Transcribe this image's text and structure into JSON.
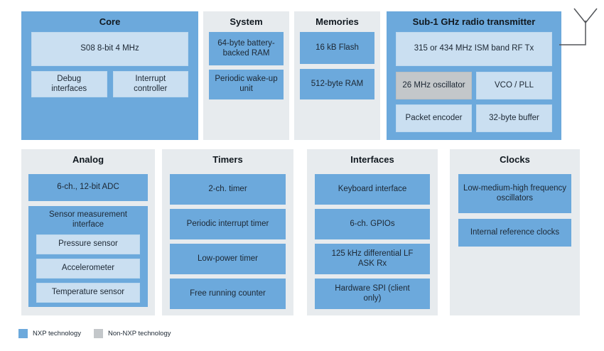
{
  "diagram": {
    "core": {
      "title": "Core",
      "cpu": "S08 8-bit 4 MHz",
      "debug": "Debug interfaces",
      "interrupt": "Interrupt controller"
    },
    "system": {
      "title": "System",
      "battery_ram": "64-byte battery-backed RAM",
      "wakeup": "Periodic wake-up unit"
    },
    "memories": {
      "title": "Memories",
      "flash": "16 kB Flash",
      "ram": "512-byte RAM"
    },
    "radio": {
      "title": "Sub-1 GHz radio transmitter",
      "rf_tx": "315 or 434 MHz ISM band RF Tx",
      "oscillator": "26 MHz oscillator",
      "vco_pll": "VCO / PLL",
      "packet_encoder": "Packet encoder",
      "buffer": "32-byte buffer"
    },
    "analog": {
      "title": "Analog",
      "adc": "6-ch., 12-bit ADC",
      "smi_label": "Sensor measurement interface",
      "pressure": "Pressure sensor",
      "accelerometer": "Accelerometer",
      "temperature": "Temperature sensor"
    },
    "timers": {
      "title": "Timers",
      "t1": "2-ch. timer",
      "t2": "Periodic interrupt timer",
      "t3": "Low-power timer",
      "t4": "Free running counter"
    },
    "interfaces": {
      "title": "Interfaces",
      "keyboard": "Keyboard interface",
      "gpio": "6-ch. GPIOs",
      "lf_rx": "125 kHz differential LF ASK Rx",
      "spi": "Hardware SPI (client only)"
    },
    "clocks": {
      "title": "Clocks",
      "oscillators": "Low-medium-high frequency oscillators",
      "irc": "Internal reference clocks"
    },
    "legend": {
      "nxp_label": "NXP technology",
      "non_nxp_label": "Non-NXP technology"
    },
    "colors": {
      "nxp_blue": "#6CA9DC",
      "light_blue": "#CADFF1",
      "panel_gray": "#E7EBEE",
      "non_nxp_gray": "#C3C7CA",
      "text": "#1C2733",
      "antenna_line": "#53565A"
    },
    "icons": {
      "antenna": "antenna-icon"
    }
  }
}
